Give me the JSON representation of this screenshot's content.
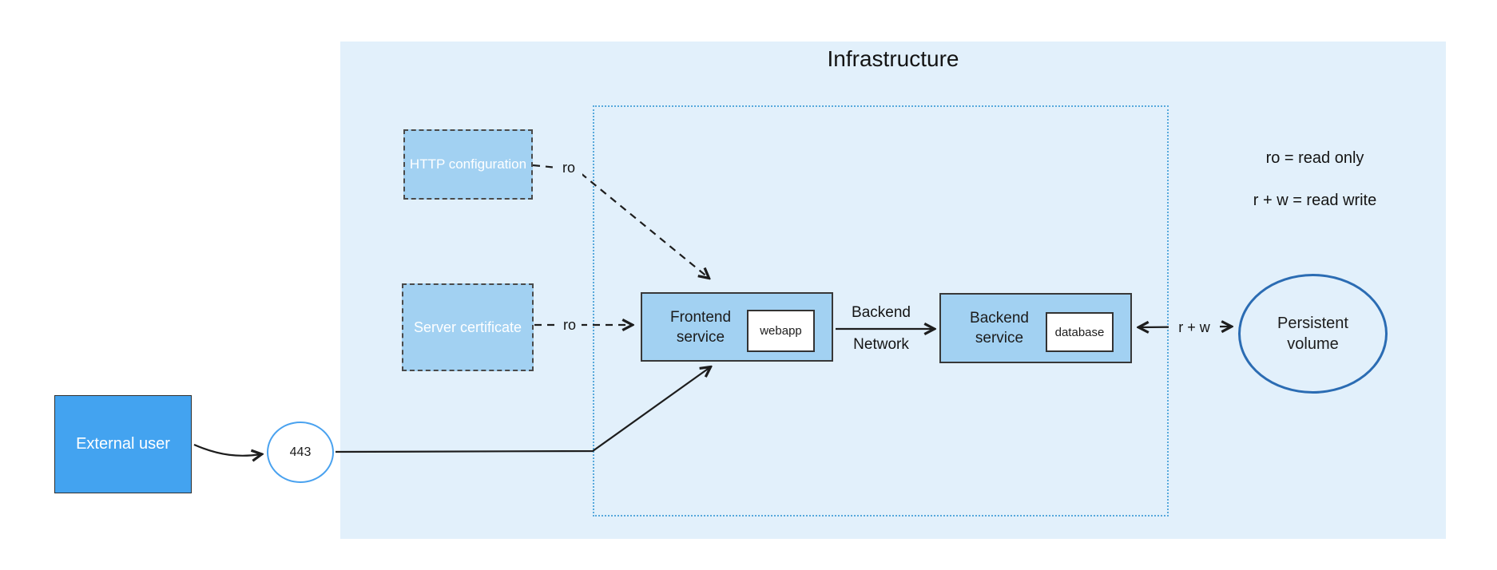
{
  "title": "Infrastructure",
  "legend": {
    "ro": "ro = read only",
    "rw": "r + w = read write"
  },
  "nodes": {
    "http_config": "HTTP configuration",
    "server_cert": "Server certificate",
    "frontend_service": "Frontend service",
    "frontend_inner": "webapp",
    "backend_service": "Backend service",
    "backend_inner": "database",
    "external_user": "External user",
    "port": "443",
    "persistent_volume": "Persistent volume"
  },
  "edges": {
    "ro": "ro",
    "rw": "r + w",
    "backend_network": {
      "line1": "Backend",
      "line2": "Network"
    }
  },
  "colors": {
    "canvas": "#ffffff",
    "infrastructure_bg": "#e2f0fb",
    "node_fill": "#a2d1f2",
    "external_user_fill": "#43a3f0",
    "cluster_border": "#57a9dc",
    "port_border": "#4aa2ef",
    "volume_border": "#2b6cb3",
    "line": "#1d1d1d"
  }
}
